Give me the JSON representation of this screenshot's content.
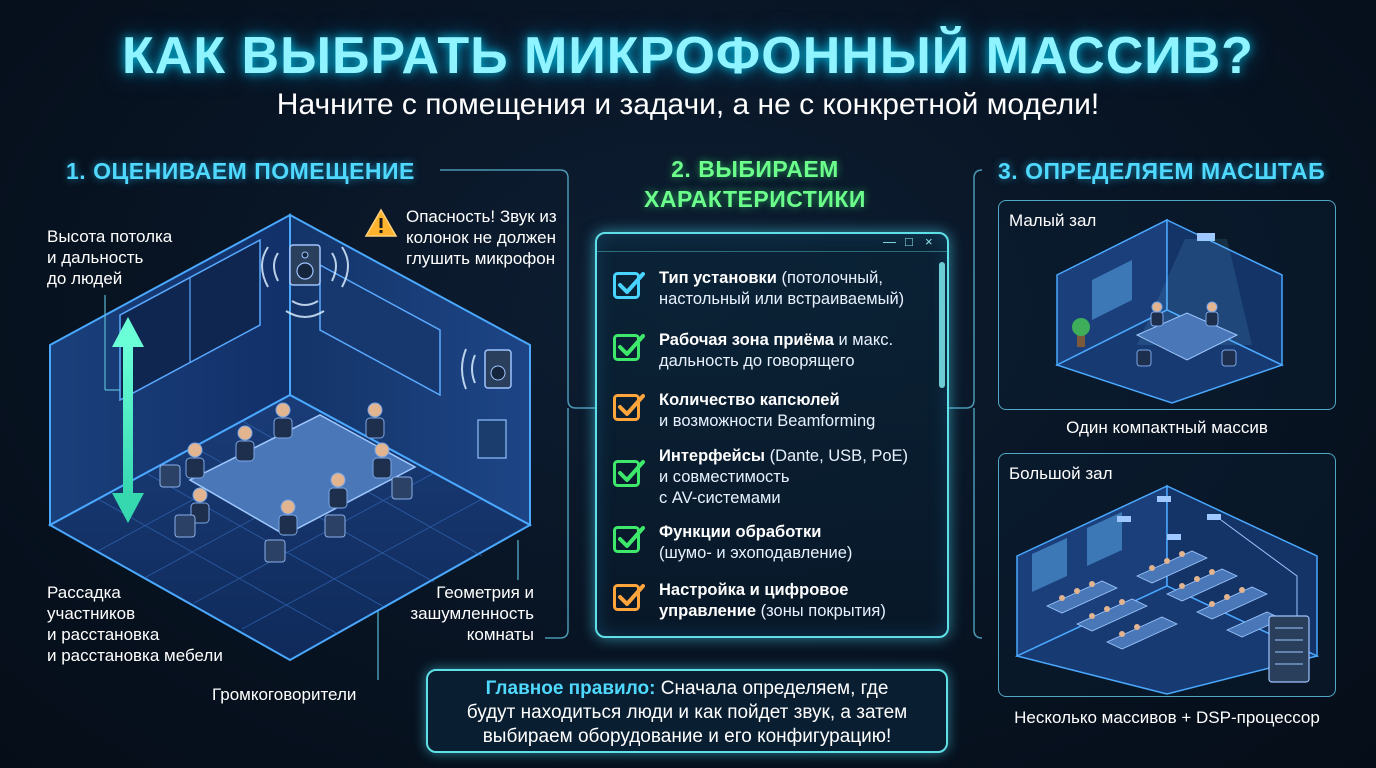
{
  "title": "КАК ВЫБРАТЬ МИКРОФОННЫЙ МАССИВ?",
  "subtitle": "Начните с помещения и задачи, а не с конкретной модели!",
  "colors": {
    "title": "#8ff4ff",
    "section_cyan": "#4fd9ff",
    "section_green": "#6cff8c",
    "check_green": "#3ee86a",
    "check_cyan": "#48d4ff",
    "check_orange": "#ffa53c",
    "warning": "#ffb22e"
  },
  "section1": {
    "title": "1. ОЦЕНИВАЕМ ПОМЕЩЕНИЕ",
    "height_label": [
      "Высота потолка",
      "и дальность",
      "до людей"
    ],
    "danger_label": [
      "Опасность! Звук из",
      "колонок не должен",
      "глушить микрофон"
    ],
    "seating_label": [
      "Рассадка",
      "участников",
      "и расстановка",
      "и расстановка мебели"
    ],
    "geometry_label": [
      "Геометрия и",
      "зашумленность",
      "комнаты"
    ],
    "speakers_label": "Громкоговорители",
    "warning_icon": "warning-triangle-icon"
  },
  "section2": {
    "title_line1": "2. ВЫБИРАЕМ",
    "title_line2": "ХАРАКТЕРИСТИКИ",
    "window_controls": [
      "—",
      "□",
      "×"
    ],
    "items": [
      {
        "bold": "Тип установки",
        "rest": " (потолочный,",
        "line2": "настольный или встраиваемый)",
        "line3": "",
        "bold2": "",
        "check": "cyan",
        "icon": "checkbox-checked-icon"
      },
      {
        "bold": "Рабочая зона приёма",
        "rest": " и макс.",
        "line2": "дальность до говорящего",
        "line3": "",
        "bold2": "",
        "check": "green",
        "icon": "checkbox-checked-icon"
      },
      {
        "bold": "Количество капсюлей",
        "rest": "",
        "line2": "и возможности Beamforming",
        "line3": "",
        "bold2": "",
        "check": "orange",
        "icon": "checkbox-checked-icon"
      },
      {
        "bold": "Интерфейсы",
        "rest": " (Dante, USB, PoE)",
        "line2": "и совместимость",
        "line3": "с AV-системами",
        "bold2": "",
        "check": "green",
        "icon": "checkbox-checked-icon"
      },
      {
        "bold": "Функции обработки",
        "rest": "",
        "line2": "(шумо- и эхоподавление)",
        "line3": "",
        "bold2": "",
        "check": "green",
        "icon": "checkbox-checked-icon"
      },
      {
        "bold": "Настройка и цифровое",
        "rest": "",
        "line2": " (зоны покрытия)",
        "line3": "",
        "bold2": "управление",
        "check": "orange",
        "icon": "checkbox-checked-icon"
      }
    ]
  },
  "section3": {
    "title": "3. ОПРЕДЕЛЯЕМ МАСШТАБ",
    "small_hall": "Малый зал",
    "small_caption": "Один компактный массив",
    "large_hall": "Большой зал",
    "large_caption": "Несколько массивов + DSP-процессор"
  },
  "rule": {
    "bold": "Главное правило:",
    "line1": " Сначала определяем, где",
    "line2": "будут находиться люди и как пойдет звук, а затем",
    "line3": "выбираем оборудование и его конфигурацию!"
  }
}
